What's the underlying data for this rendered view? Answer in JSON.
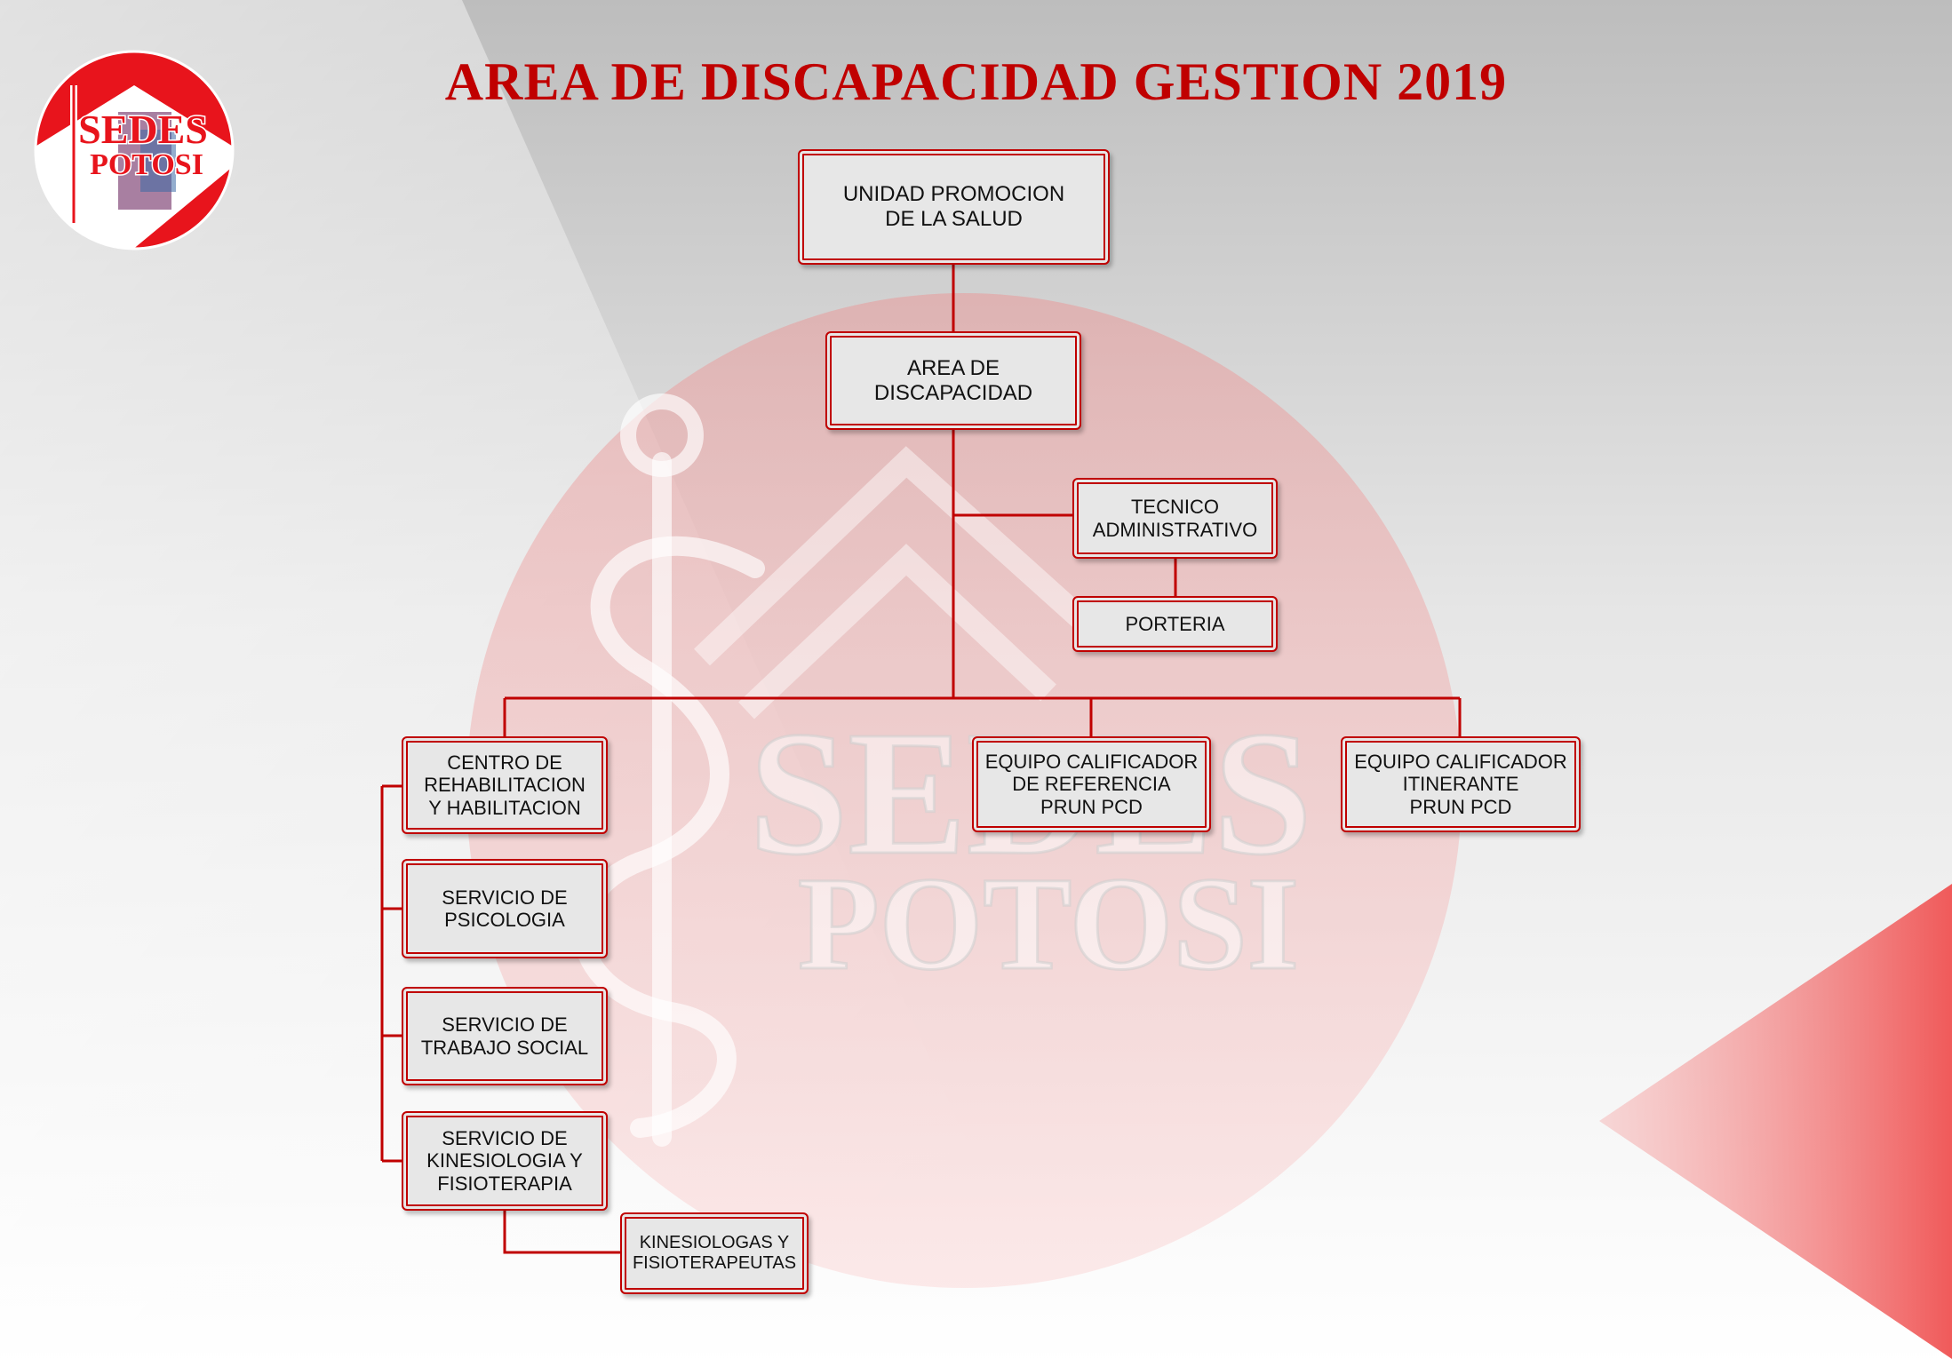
{
  "title": "AREA DE DISCAPACIDAD GESTION 2019",
  "colors": {
    "accent": "#c00000",
    "box_fill": "#e7e7e7"
  },
  "logo": {
    "line1": "SEDES",
    "line2": "POTOSI"
  },
  "watermark": {
    "line1": "SEDES",
    "line2": "POTOSI"
  },
  "nodes": {
    "unidad": "UNIDAD PROMOCION\nDE LA SALUD",
    "area": "AREA  DE\nDISCAPACIDAD",
    "tecnico": "TECNICO\nADMINISTRATIVO",
    "porteria": "PORTERIA",
    "centro": "CENTRO DE\nREHABILITACION\nY HABILITACION",
    "equipo_ref": "EQUIPO CALIFICADOR\nDE REFERENCIA\nPRUN PCD",
    "equipo_itin": "EQUIPO CALIFICADOR\nITINERANTE\nPRUN PCD",
    "psicologia": "SERVICIO DE\nPSICOLOGIA",
    "trabajo": "SERVICIO DE\nTRABAJO SOCIAL",
    "kinesio": "SERVICIO DE\nKINESIOLOGIA Y\nFISIOTERAPIA",
    "kinesiologas": "KINESIOLOGAS Y\nFISIOTERAPEUTAS"
  }
}
